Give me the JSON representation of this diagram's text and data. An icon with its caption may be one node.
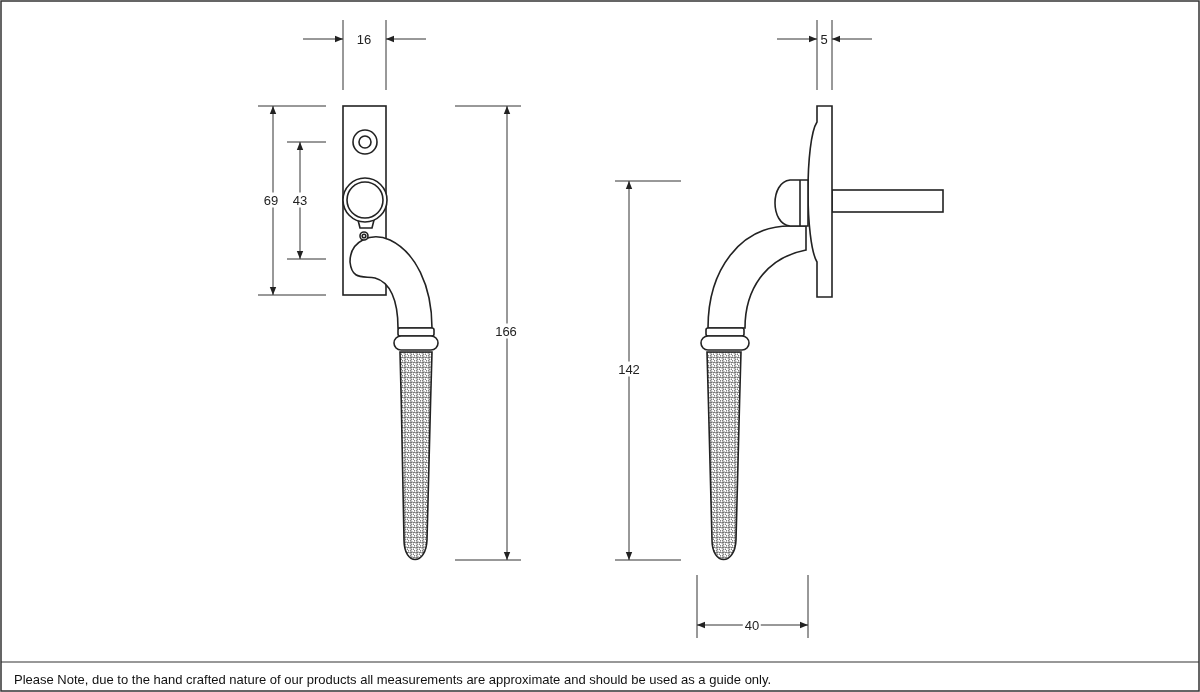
{
  "diagram": {
    "labels": [
      "16",
      "5",
      "69",
      "43",
      "166",
      "142",
      "40",
      "Please Note, due to the hand crafted nature of our products all measurements are approximate and should be used as a guide only."
    ]
  }
}
